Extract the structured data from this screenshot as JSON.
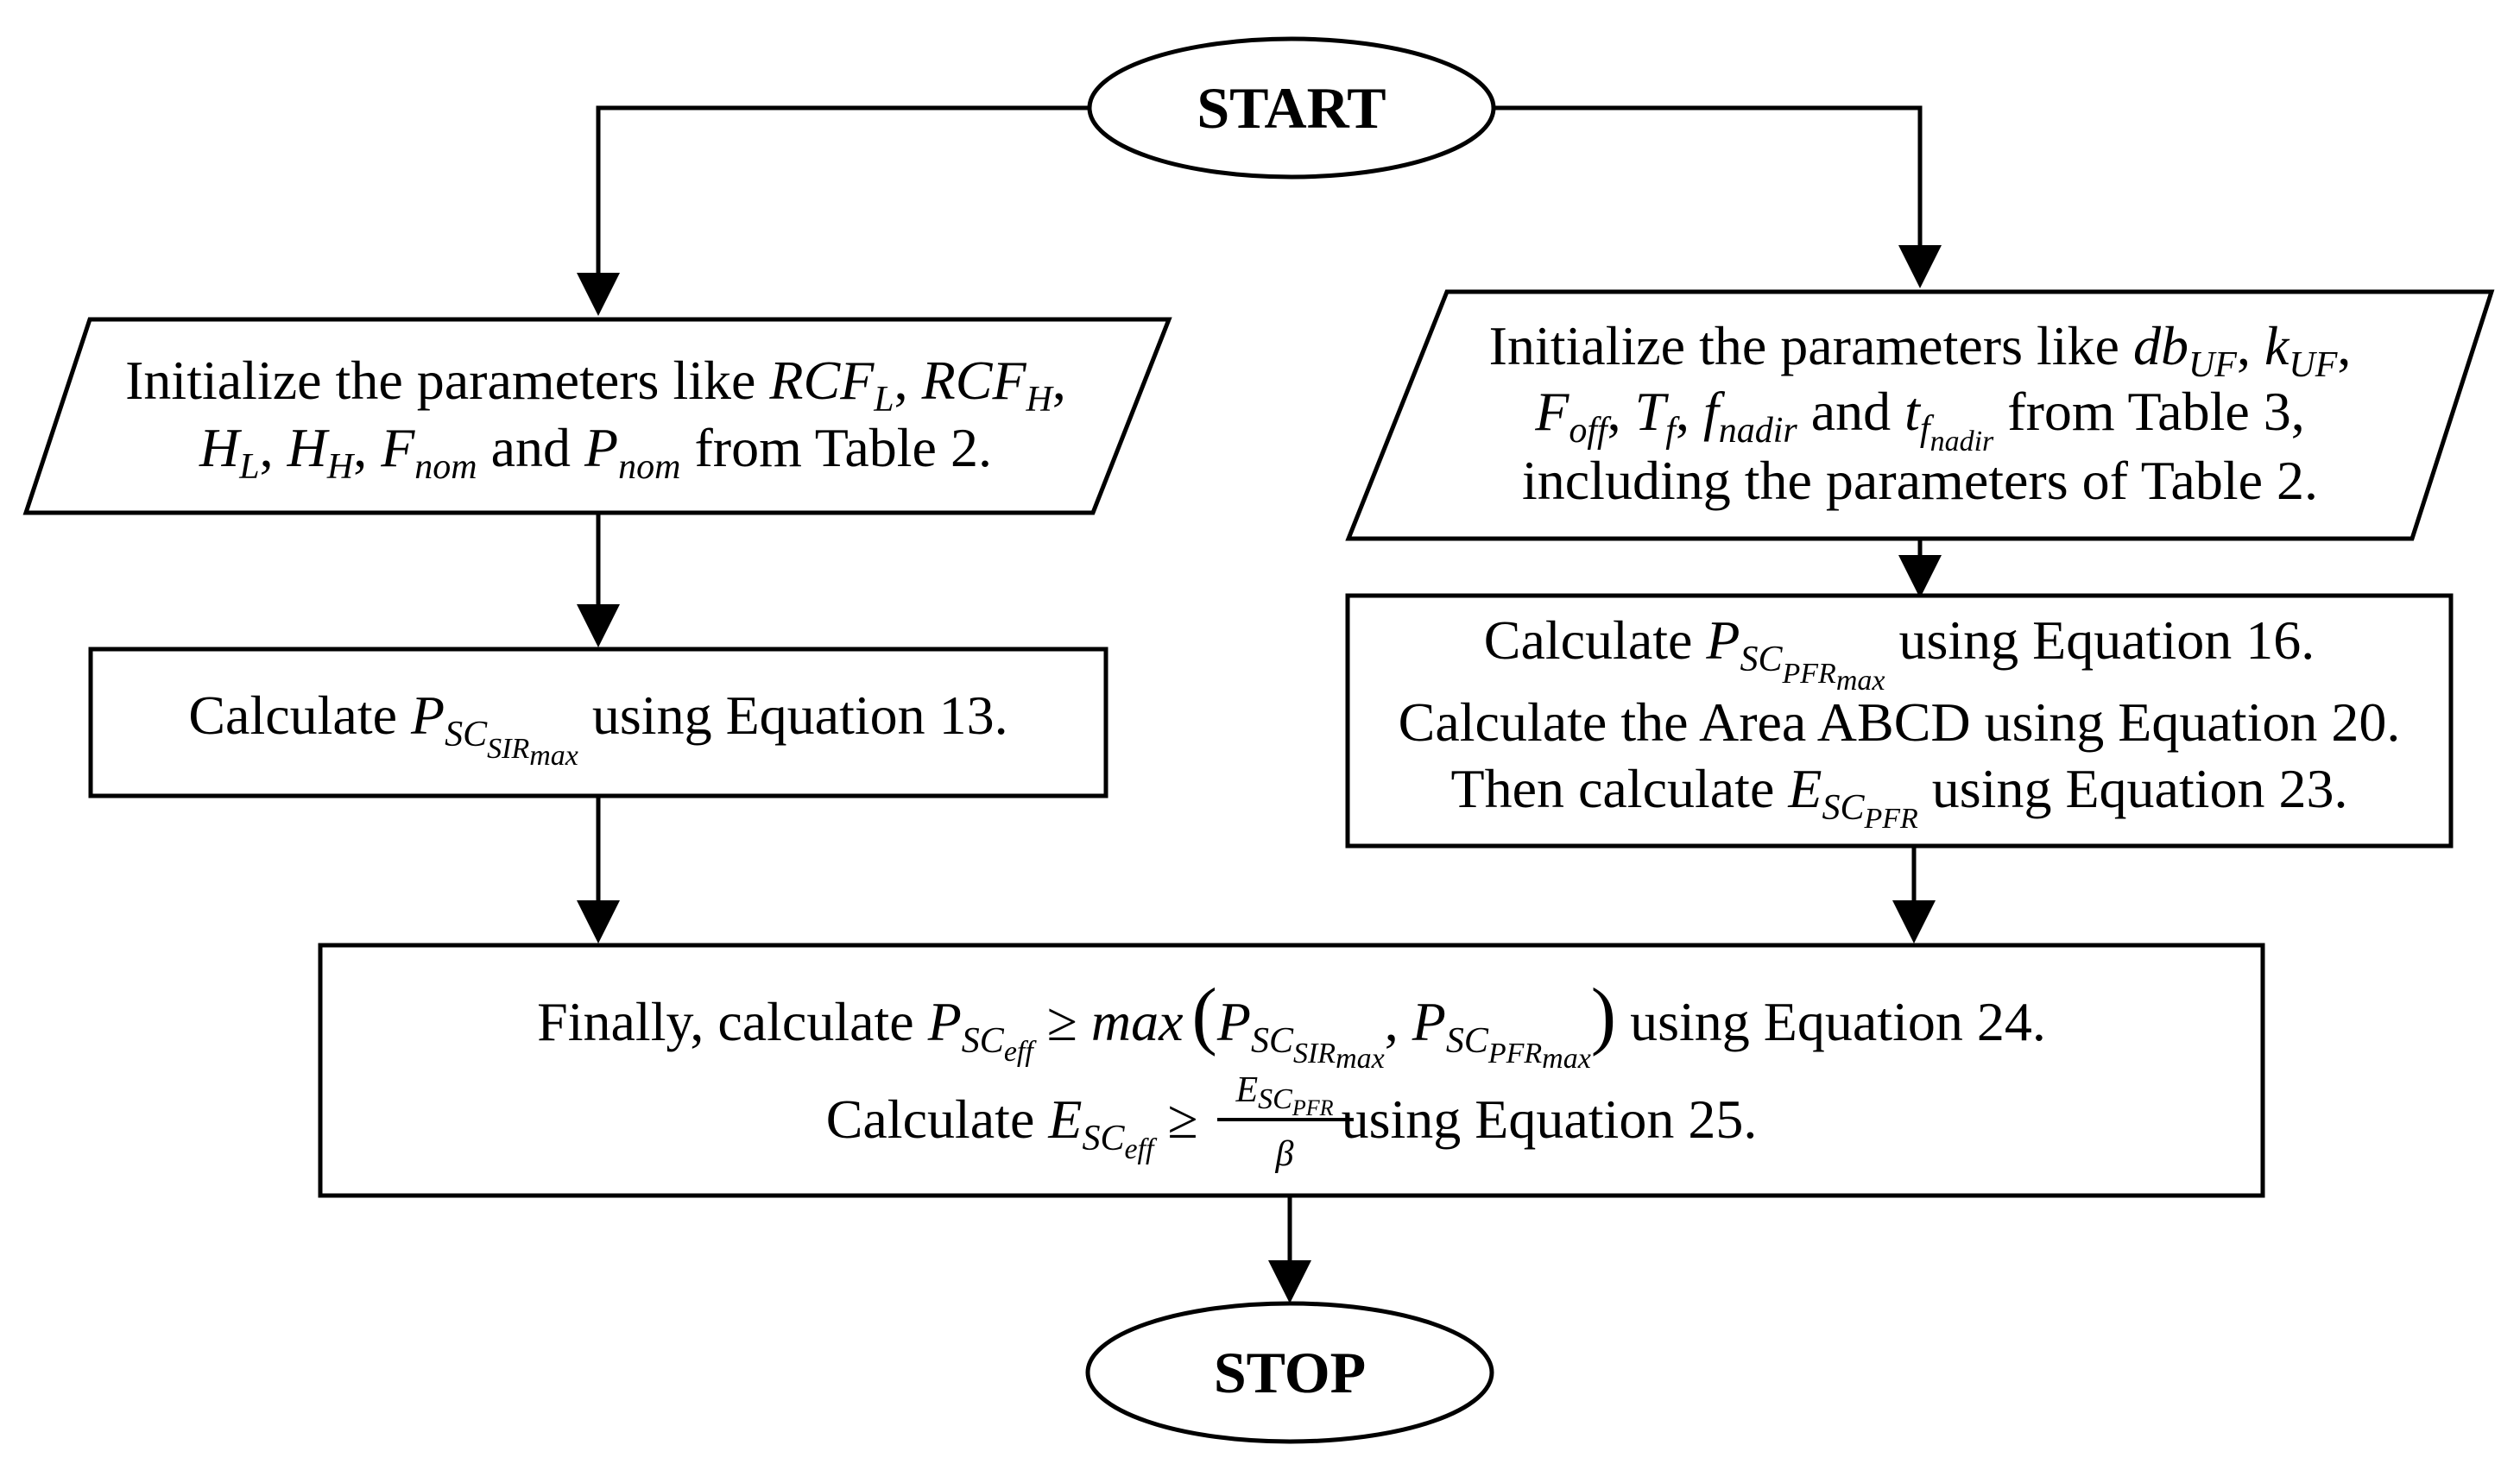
{
  "terminals": {
    "start": "START",
    "stop": "STOP"
  },
  "left_init": {
    "line1": [
      "Initialize the parameters like ",
      "RCF",
      "L",
      ", ",
      "RCF",
      "H",
      ","
    ],
    "line2": [
      "H",
      "L",
      ", ",
      "H",
      "H",
      ", ",
      "F",
      "nom",
      " and ",
      "P",
      "nom",
      " from Table 2."
    ]
  },
  "right_init": {
    "line1": [
      "Initialize the parameters like ",
      "db",
      "UF",
      ", ",
      "k",
      "UF",
      ","
    ],
    "line2": [
      "F",
      "off",
      ", ",
      "T",
      "f",
      ", ",
      "f",
      "nadir",
      " and ",
      "t",
      "f",
      "nadir",
      " from Table 3,"
    ],
    "line3": "including the parameters of Table 2."
  },
  "left_calc": {
    "pre": "Calculate ",
    "var": "P",
    "sub": "SC",
    "subsub": "SIR",
    "subsubsub": "max",
    "post": " using Equation 13."
  },
  "right_calc": {
    "l1_pre": "Calculate ",
    "l1_var": "P",
    "l1_sub": "SC",
    "l1_subsub": "PFR",
    "l1_subsubsub": "max",
    "l1_post": " using Equation 16.",
    "line2": "Calculate the Area ABCD using Equation 20.",
    "l3_pre": "Then calculate ",
    "l3_var": "E",
    "l3_sub": "SC",
    "l3_subsub": "PFR",
    "l3_post": " using Equation 23."
  },
  "final": {
    "l1_pre": "Finally, calculate ",
    "l1_var": "P",
    "l1_sub": "SC",
    "l1_subsub": "eff",
    "l1_op": " ≥ ",
    "l1_fn": "max",
    "l1_a_var": "P",
    "l1_a_sub": "SC",
    "l1_a_subsub": "SIR",
    "l1_a_subsubsub": "max",
    "l1_b_var": "P",
    "l1_b_sub": "SC",
    "l1_b_subsub": "PFR",
    "l1_b_subsubsub": "max",
    "l1_post": " using Equation 24.",
    "l2_pre": "Calculate ",
    "l2_var": "E",
    "l2_sub": "SC",
    "l2_subsub": "eff",
    "l2_op": " ≥ ",
    "l2_num_var": "E",
    "l2_num_sub": "SC",
    "l2_num_subsub": "PFR",
    "l2_den": "β",
    "l2_post": " using Equation 25."
  }
}
